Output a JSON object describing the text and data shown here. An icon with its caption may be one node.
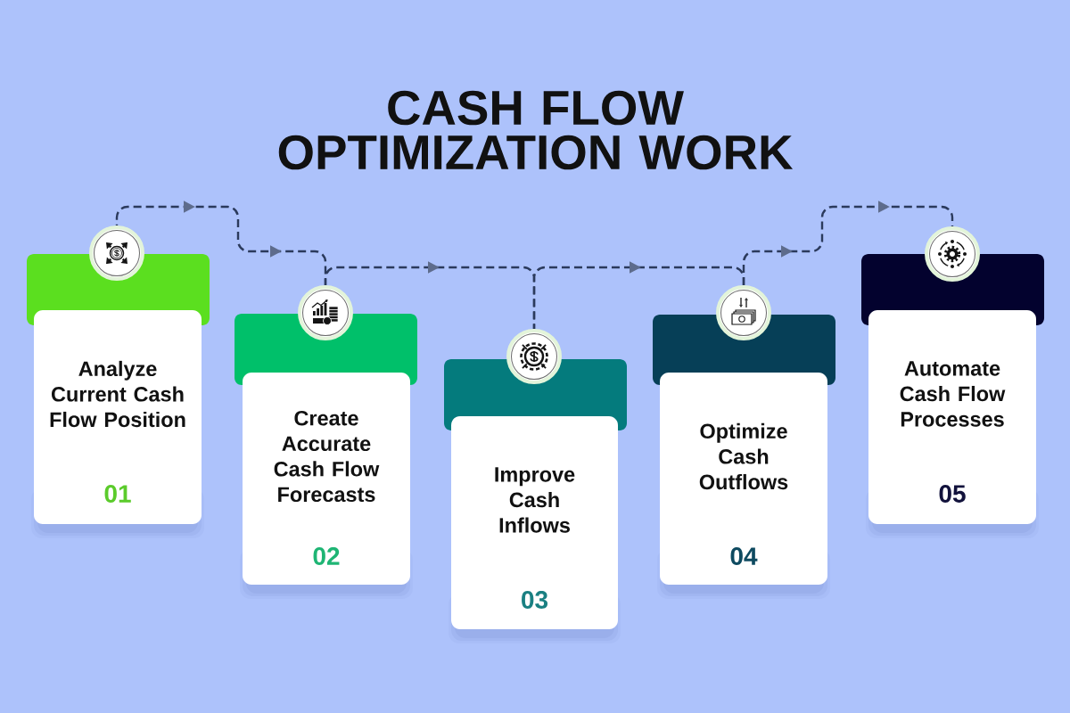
{
  "diagram": {
    "title": "CASH FLOW OPTIMIZATION WORK",
    "nodes": [
      {
        "text": [],
        "shape": "circle"
      },
      {
        "text": [
          "Analyze Current Cash Flow Position",
          "01"
        ]
      },
      {
        "text": [],
        "shape": "circle"
      },
      {
        "text": [
          "Create Accurate Cash Flow Forecasts",
          "02"
        ]
      },
      {
        "text": [],
        "shape": "circle"
      },
      {
        "text": [
          "Improve Cash Inflows",
          "03"
        ]
      },
      {
        "text": [],
        "shape": "circle"
      },
      {
        "text": [
          "Optimize Cash Outflows",
          "04"
        ]
      },
      {
        "text": [],
        "shape": "circle"
      },
      {
        "text": [
          "Automate Cash Flow Processes",
          "05"
        ]
      }
    ],
    "edges": [
      {
        "from": 0,
        "to": 2,
        "arrow": "to",
        "style": "dashed"
      },
      {
        "from": 2,
        "to": 4,
        "arrow": "to",
        "style": "dashed"
      },
      {
        "from": 4,
        "to": 6,
        "arrow": "to",
        "style": "dashed"
      },
      {
        "from": 6,
        "to": 8,
        "arrow": "to",
        "style": "dashed"
      }
    ]
  }
}
